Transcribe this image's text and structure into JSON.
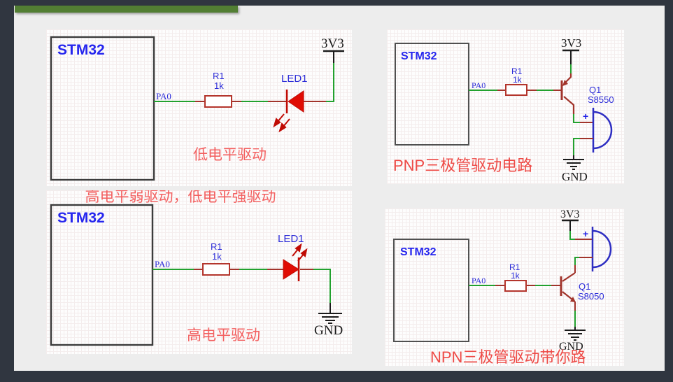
{
  "slide": {
    "accent_bar_color": "#527e33",
    "background_color": "#303640",
    "content_background": "#ededed"
  },
  "colors": {
    "wire_green": "#22a12e",
    "pin_red": "#a1342b",
    "led_red": "#e00c04",
    "component_label_blue": "#2b2bd8",
    "buzzer_blue": "#2e2ec2",
    "caption_red": "#f36060"
  },
  "circuits": {
    "top_left": {
      "chip": "STM32",
      "pin": "PA0",
      "r_ref": "R1",
      "r_val": "1k",
      "led_ref": "LED1",
      "power": "3V3",
      "caption": "低电平驱动"
    },
    "top_right": {
      "chip": "STM32",
      "pin": "PA0",
      "r_ref": "R1",
      "r_val": "1k",
      "q_ref": "Q1",
      "q_val": "S8550",
      "power": "3V3",
      "ground": "GND",
      "plus": "+",
      "caption": "PNP三极管驱动电路"
    },
    "bottom_left": {
      "header": "高电平弱驱动，低电平强驱动",
      "chip": "STM32",
      "pin": "PA0",
      "r_ref": "R1",
      "r_val": "1k",
      "led_ref": "LED1",
      "ground": "GND",
      "caption": "高电平驱动"
    },
    "bottom_right": {
      "chip": "STM32",
      "pin": "PA0",
      "r_ref": "R1",
      "r_val": "1k",
      "q_ref": "Q1",
      "q_val": "S8050",
      "power": "3V3",
      "ground": "GND",
      "plus": "+",
      "caption": "NPN三极管驱动带你路"
    }
  }
}
